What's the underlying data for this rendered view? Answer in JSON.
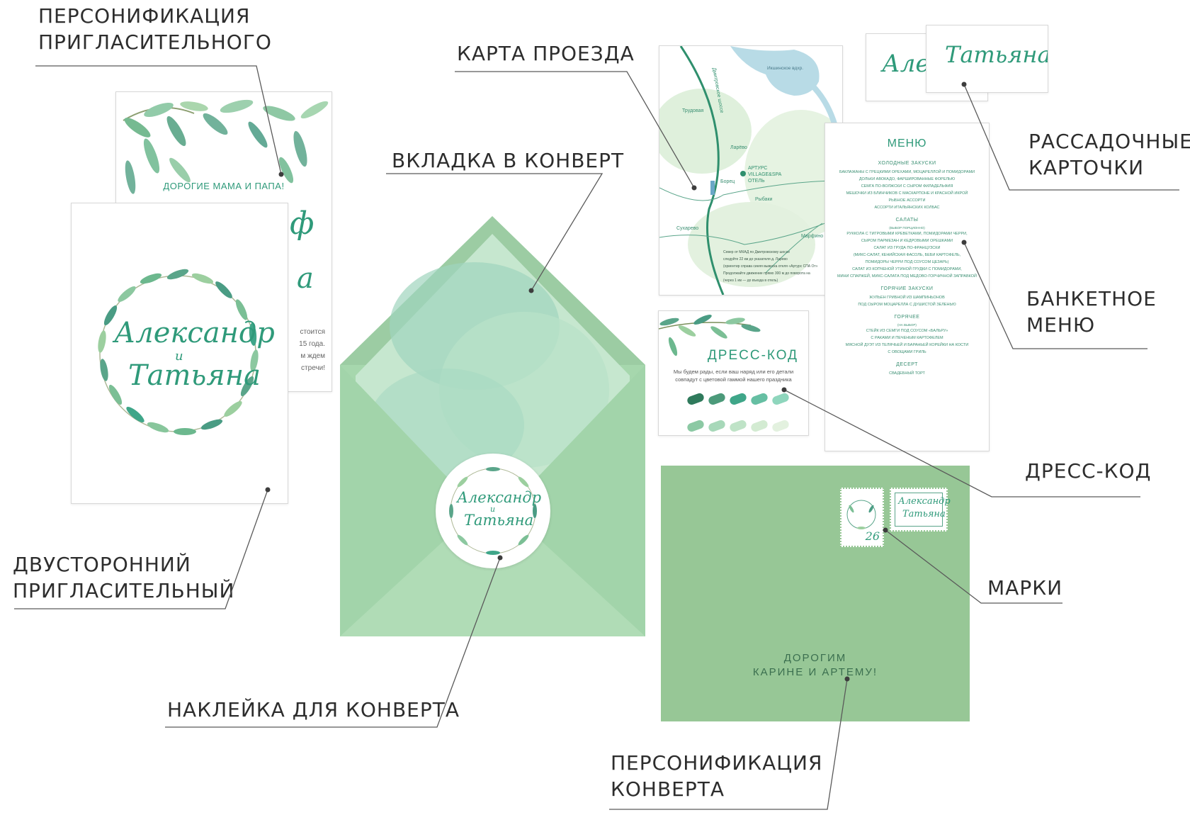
{
  "labels": {
    "personalization_invitation": [
      "ПЕРСОНИФИКАЦИЯ",
      "ПРИГЛАСИТЕЛЬНОГО"
    ],
    "map": [
      "КАРТА ПРОЕЗДА"
    ],
    "envelope_insert": [
      "ВКЛАДКА В КОНВЕРТ"
    ],
    "place_cards": [
      "РАССАДОЧНЫЕ",
      "КАРТОЧКИ"
    ],
    "banquet_menu": [
      "БАНКЕТНОЕ",
      "МЕНЮ"
    ],
    "dress_code": [
      "ДРЕСС-КОД"
    ],
    "double_invitation": [
      "ДВУСТОРОННИЙ",
      "ПРИГЛАСИТЕЛЬНЫЙ"
    ],
    "stamps": [
      "МАРКИ"
    ],
    "envelope_sticker": [
      "НАКЛЕЙКА ДЛЯ КОНВЕРТА"
    ],
    "envelope_personalization": [
      "ПЕРСОНИФИКАЦИЯ",
      "КОНВЕРТА"
    ]
  },
  "invitation": {
    "greeting": "ДОРОГИЕ МАМА И ПАПА!",
    "name1": "Александр",
    "conj": "и",
    "name2": "Татьяна",
    "back_text": [
      "стоится",
      "15 года.",
      "м ждем",
      "стречи!"
    ]
  },
  "map": {
    "road": "Дмитровское шоссе",
    "lake": "Икшинское вдхр.",
    "villages": [
      "Трудовая",
      "Ларёво",
      "Борец",
      "Рыбаки",
      "Сухарево",
      "Марфино"
    ],
    "hotel": [
      "АРТУРС",
      "VILLAGE&SPA",
      "ОТЕЛЬ"
    ],
    "directions": [
      "Север от МКАД по Дмитровскому шоссе",
      "следуйте 22 км до указателя д. Ларево",
      "(ориентир справа синяя вывеска отеля «Артурс СПА От»",
      "Продолжайте движение прямо 300 м до поворота на",
      "(через 1 км — до въезда в отель)"
    ]
  },
  "place_cards": {
    "name_back": "Але",
    "name_front": "Татьяна"
  },
  "menu": {
    "title": "МЕНЮ",
    "sections": [
      {
        "head": "ХОЛОДНЫЕ ЗАКУСКИ",
        "sub": "",
        "items": [
          "БАКЛАЖАНЫ С ГРЕЦКИМИ ОРЕХАМИ, МОЦАРЕЛЛОЙ И ПОМИДОРАМИ",
          "ДОЛЬКИ АВОКАДО, ФАРШИРОВАННЫЕ ФОРЕЛЬЮ",
          "СЕМГА ПО-ВОЛЖСКИ С СЫРОМ ФИЛАДЕЛЬФИЯ",
          "МЕШОЧКИ ИЗ БЛИНЧИКОВ С МАСКАРПОНЕ И КРАСНОЙ ИКРОЙ",
          "РЫБНОЕ АССОРТИ",
          "АССОРТИ ИТАЛЬЯНСКИХ КОЛБАС"
        ]
      },
      {
        "head": "САЛАТЫ",
        "sub": "(ВЫБОР ПОРЦИОННО)",
        "items": [
          "РУККОЛА С ТИГРОВЫМИ КРЕВЕТКАМИ, ПОМИДОРАМИ ЧЕРРИ,",
          "СЫРОМ ПАРМЕЗАН И КЕДРОВЫМИ ОРЕШКАМИ",
          "САЛАТ ИЗ ГРУДА ПО-ФРАНЦУЗСКИ",
          "(МИКС-САЛАТ, КЕНИЙСКАЯ ФАСОЛЬ, БЕБИ КАРТОФЕЛЬ,",
          "ПОМИДОРЫ ЧЕРРИ ПОД СОУСОМ ЦЕЗАРЬ)",
          "САЛАТ ИЗ КОПЧЕНОЙ УТИНОЙ ГРУДКИ С ПОМИДОРАМИ,",
          "МИНИ СПАРЖЕЙ, МИКС-САЛАТА ПОД МЕДОВО-ГОРЧИЧНОЙ ЗАПРАВКОЙ"
        ]
      },
      {
        "head": "ГОРЯЧИЕ ЗАКУСКИ",
        "sub": "",
        "items": [
          "ЖУЛЬЕН ГРИБНОЙ ИЗ ШАМПИНЬОНОВ",
          "ПОД СЫРОМ МОЦАРЕЛЛА С ДУШИСТОЙ ЗЕЛЕНЬЮ"
        ]
      },
      {
        "head": "ГОРЯЧЕЕ",
        "sub": "(НА ВЫБОР)",
        "items": [
          "СТЕЙК ИЗ СЕМГИ ПОД СОУСОМ «БАЛЬРУ»",
          "С РАКАМИ И ПЕЧЕНЫМ КАРТОФЕЛЕМ",
          "МЯСНОЙ ДУЭТ ИЗ ТЕЛЯЧЬЕЙ И БАРАНЬЕЙ КОРЕЙКИ НА КОСТИ",
          "С ОВОЩАМИ ГРИЛЬ"
        ]
      },
      {
        "head": "ДЕСЕРТ",
        "sub": "",
        "items": [
          "СВАДЕБНЫЙ ТОРТ"
        ]
      }
    ]
  },
  "dress_code": {
    "title": "ДРЕСС-КОД",
    "text": [
      "Мы будем рады, если ваш наряд или его детали",
      "совпадут с цветовой гаммой нашего праздника"
    ],
    "swatches": [
      "#2f7a5c",
      "#4c9a7a",
      "#3fa689",
      "#66bfa3",
      "#8fd6bd",
      "#8cc9a4",
      "#a7d8b9",
      "#bfe3c7",
      "#d3ebd2",
      "#e3f1df"
    ]
  },
  "envelope": {
    "color": "#a6d7ad",
    "sticker_name1": "Александр",
    "sticker_conj": "и",
    "sticker_name2": "Татьяна"
  },
  "back_envelope": {
    "color": "#97c796",
    "address": [
      "ДОРОГИМ",
      "КАРИНЕ И АРТЕМУ!"
    ],
    "stamp_number": "26",
    "stamp2_name1": "Александр",
    "stamp2_name2": "Татьяна"
  }
}
